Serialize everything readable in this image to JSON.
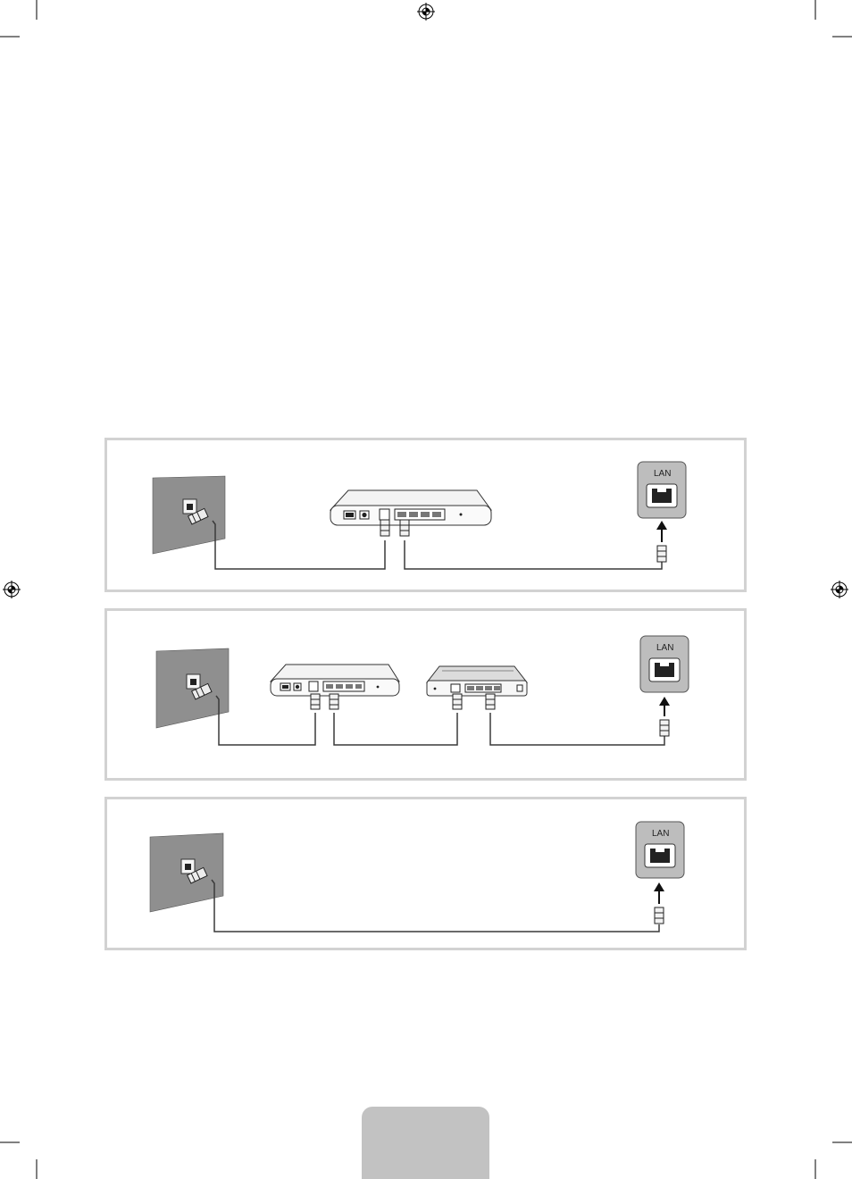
{
  "diagrams": [
    {
      "id": "modem-router",
      "lan_label": "LAN"
    },
    {
      "id": "modem-router-sharer",
      "lan_label": "LAN"
    },
    {
      "id": "wall-direct",
      "lan_label": "LAN"
    }
  ],
  "colors": {
    "panel_border": "#d2d2d2",
    "wall": "#8f8f8f",
    "cable": "#3a3a3a",
    "page_tab": "#c2c2c2"
  }
}
